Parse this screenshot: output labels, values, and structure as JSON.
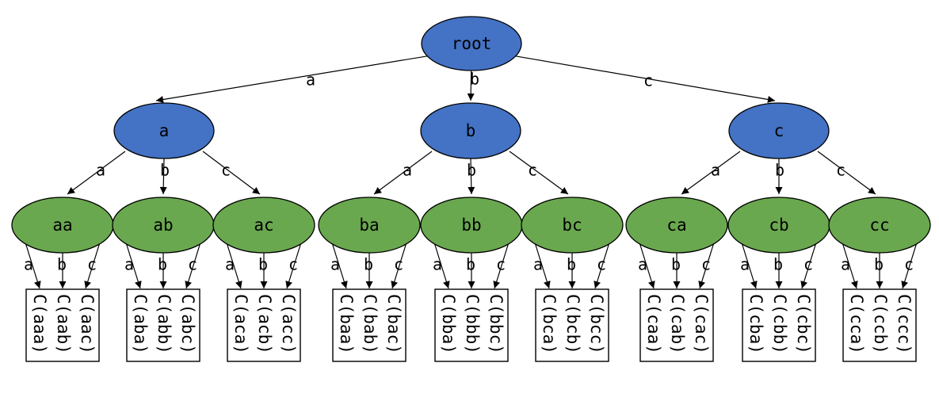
{
  "colors": {
    "internal_node_fill": "#4472C4",
    "depth2_node_fill": "#6AA84F",
    "node_stroke": "#000000",
    "edge_color": "#000000",
    "leaf_box_fill": "#ffffff",
    "leaf_box_border": "#000000",
    "text_color": "#000000",
    "background": "#ffffff"
  },
  "tree": {
    "root": {
      "id": "root",
      "label": "root"
    },
    "level1": [
      {
        "id": "a",
        "label": "a",
        "edge_label": "a"
      },
      {
        "id": "b",
        "label": "b",
        "edge_label": "b"
      },
      {
        "id": "c",
        "label": "c",
        "edge_label": "c"
      }
    ],
    "level2": [
      {
        "parent": "a",
        "id": "aa",
        "label": "aa",
        "edge_label": "a",
        "children": [
          {
            "edge_label": "a",
            "label": "C(aaa)"
          },
          {
            "edge_label": "b",
            "label": "C(aab)"
          },
          {
            "edge_label": "c",
            "label": "C(aac)"
          }
        ]
      },
      {
        "parent": "a",
        "id": "ab",
        "label": "ab",
        "edge_label": "b",
        "children": [
          {
            "edge_label": "a",
            "label": "C(aba)"
          },
          {
            "edge_label": "b",
            "label": "C(abb)"
          },
          {
            "edge_label": "c",
            "label": "C(abc)"
          }
        ]
      },
      {
        "parent": "a",
        "id": "ac",
        "label": "ac",
        "edge_label": "c",
        "children": [
          {
            "edge_label": "a",
            "label": "C(aca)"
          },
          {
            "edge_label": "b",
            "label": "C(acb)"
          },
          {
            "edge_label": "c",
            "label": "C(acc)"
          }
        ]
      },
      {
        "parent": "b",
        "id": "ba",
        "label": "ba",
        "edge_label": "a",
        "children": [
          {
            "edge_label": "a",
            "label": "C(baa)"
          },
          {
            "edge_label": "b",
            "label": "C(bab)"
          },
          {
            "edge_label": "c",
            "label": "C(bac)"
          }
        ]
      },
      {
        "parent": "b",
        "id": "bb",
        "label": "bb",
        "edge_label": "b",
        "children": [
          {
            "edge_label": "a",
            "label": "C(bba)"
          },
          {
            "edge_label": "b",
            "label": "C(bbb)"
          },
          {
            "edge_label": "c",
            "label": "C(bbc)"
          }
        ]
      },
      {
        "parent": "b",
        "id": "bc",
        "label": "bc",
        "edge_label": "c",
        "children": [
          {
            "edge_label": "a",
            "label": "C(bca)"
          },
          {
            "edge_label": "b",
            "label": "C(bcb)"
          },
          {
            "edge_label": "c",
            "label": "C(bcc)"
          }
        ]
      },
      {
        "parent": "c",
        "id": "ca",
        "label": "ca",
        "edge_label": "a",
        "children": [
          {
            "edge_label": "a",
            "label": "C(caa)"
          },
          {
            "edge_label": "b",
            "label": "C(cab)"
          },
          {
            "edge_label": "c",
            "label": "C(cac)"
          }
        ]
      },
      {
        "parent": "c",
        "id": "cb",
        "label": "cb",
        "edge_label": "b",
        "children": [
          {
            "edge_label": "a",
            "label": "C(cba)"
          },
          {
            "edge_label": "b",
            "label": "C(cbb)"
          },
          {
            "edge_label": "c",
            "label": "C(cbc)"
          }
        ]
      },
      {
        "parent": "c",
        "id": "cc",
        "label": "cc",
        "edge_label": "c",
        "children": [
          {
            "edge_label": "a",
            "label": "C(cca)"
          },
          {
            "edge_label": "b",
            "label": "C(ccb)"
          },
          {
            "edge_label": "c",
            "label": "C(ccc)"
          }
        ]
      }
    ]
  }
}
